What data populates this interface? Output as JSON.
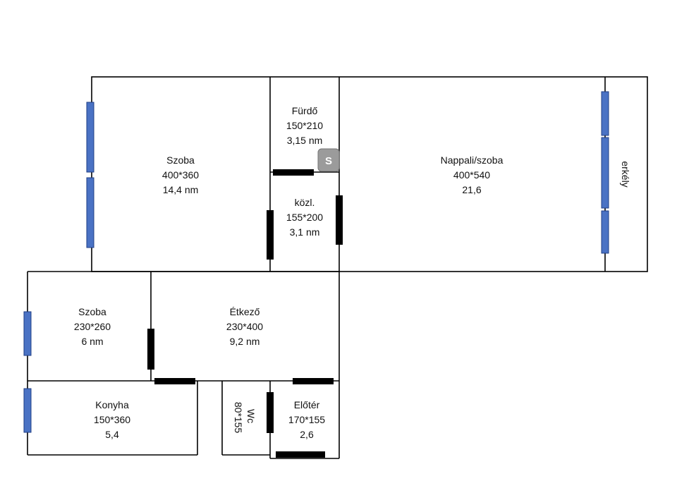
{
  "floorplan": {
    "rooms": {
      "szoba1": {
        "name": "Szoba",
        "dims": "400*360",
        "area": "14,4 nm"
      },
      "furdo": {
        "name": "Fürdő",
        "dims": "150*210",
        "area": "3,15 nm"
      },
      "kozl": {
        "name": "közl.",
        "dims": "155*200",
        "area": "3,1 nm"
      },
      "nappali": {
        "name": "Nappali/szoba",
        "dims": "400*540",
        "area": "21,6"
      },
      "erkely": {
        "name": "erkély"
      },
      "szoba2": {
        "name": "Szoba",
        "dims": "230*260",
        "area": "6 nm"
      },
      "etkezo": {
        "name": "Étkező",
        "dims": "230*400",
        "area": "9,2 nm"
      },
      "konyha": {
        "name": "Konyha",
        "dims": "150*360",
        "area": "5,4"
      },
      "wc": {
        "name": "Wc",
        "dims": "80*155"
      },
      "eloter": {
        "name": "Előtér",
        "dims": "170*155",
        "area": "2,6"
      }
    },
    "shower_symbol": "S"
  },
  "colors": {
    "window": "#4a72c4",
    "door": "#000000",
    "shower": "#9b9b9b"
  }
}
